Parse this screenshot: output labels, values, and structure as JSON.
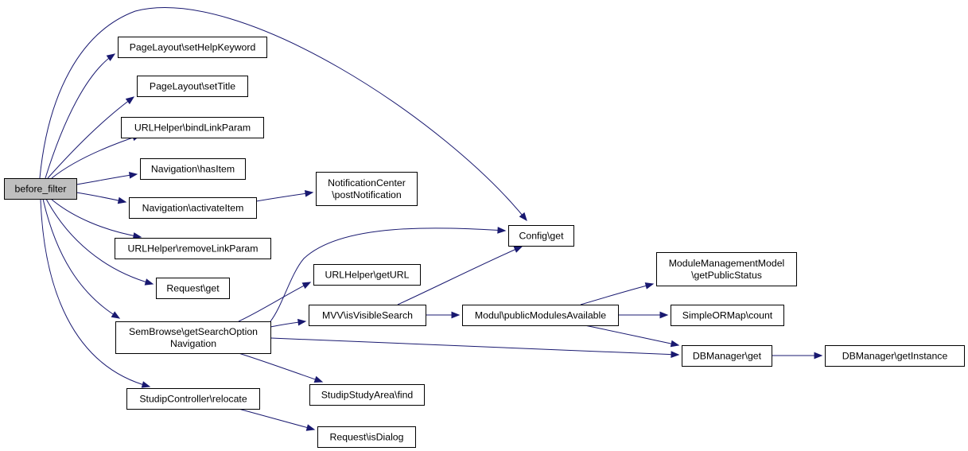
{
  "diagram": {
    "colors": {
      "edge": "#191970",
      "node_border": "#000000",
      "node_fill": "#ffffff",
      "root_fill": "#bfbfbf"
    },
    "nodes": [
      {
        "id": "before_filter",
        "lines": [
          "before_filter"
        ],
        "root": true
      },
      {
        "id": "setHelpKeyword",
        "lines": [
          "PageLayout\\setHelpKeyword"
        ]
      },
      {
        "id": "setTitle",
        "lines": [
          "PageLayout\\setTitle"
        ]
      },
      {
        "id": "bindLinkParam",
        "lines": [
          "URLHelper\\bindLinkParam"
        ]
      },
      {
        "id": "hasItem",
        "lines": [
          "Navigation\\hasItem"
        ]
      },
      {
        "id": "activateItem",
        "lines": [
          "Navigation\\activateItem"
        ]
      },
      {
        "id": "postNotification",
        "lines": [
          "NotificationCenter",
          "\\postNotification"
        ]
      },
      {
        "id": "config_get",
        "lines": [
          "Config\\get"
        ]
      },
      {
        "id": "removeLinkParam",
        "lines": [
          "URLHelper\\removeLinkParam"
        ]
      },
      {
        "id": "request_get",
        "lines": [
          "Request\\get"
        ]
      },
      {
        "id": "getURL",
        "lines": [
          "URLHelper\\getURL"
        ]
      },
      {
        "id": "getPublicStatus",
        "lines": [
          "ModuleManagementModel",
          "\\getPublicStatus"
        ]
      },
      {
        "id": "semBrowse",
        "lines": [
          "SemBrowse\\getSearchOption",
          "Navigation"
        ]
      },
      {
        "id": "isVisibleSearch",
        "lines": [
          "MVV\\isVisibleSearch"
        ]
      },
      {
        "id": "publicModulesAvailable",
        "lines": [
          "Modul\\publicModulesAvailable"
        ]
      },
      {
        "id": "simpleORMapCount",
        "lines": [
          "SimpleORMap\\count"
        ]
      },
      {
        "id": "dbManagerGet",
        "lines": [
          "DBManager\\get"
        ]
      },
      {
        "id": "dbManagerGetInstance",
        "lines": [
          "DBManager\\getInstance"
        ]
      },
      {
        "id": "studipStudyAreaFind",
        "lines": [
          "StudipStudyArea\\find"
        ]
      },
      {
        "id": "relocate",
        "lines": [
          "StudipController\\relocate"
        ]
      },
      {
        "id": "isDialog",
        "lines": [
          "Request\\isDialog"
        ]
      }
    ],
    "edges": [
      {
        "from": "before_filter",
        "to": "setHelpKeyword"
      },
      {
        "from": "before_filter",
        "to": "setTitle"
      },
      {
        "from": "before_filter",
        "to": "bindLinkParam"
      },
      {
        "from": "before_filter",
        "to": "hasItem"
      },
      {
        "from": "before_filter",
        "to": "activateItem"
      },
      {
        "from": "before_filter",
        "to": "config_get"
      },
      {
        "from": "before_filter",
        "to": "removeLinkParam"
      },
      {
        "from": "before_filter",
        "to": "request_get"
      },
      {
        "from": "before_filter",
        "to": "semBrowse"
      },
      {
        "from": "before_filter",
        "to": "relocate"
      },
      {
        "from": "activateItem",
        "to": "postNotification"
      },
      {
        "from": "semBrowse",
        "to": "config_get"
      },
      {
        "from": "semBrowse",
        "to": "getURL"
      },
      {
        "from": "semBrowse",
        "to": "isVisibleSearch"
      },
      {
        "from": "semBrowse",
        "to": "dbManagerGet"
      },
      {
        "from": "semBrowse",
        "to": "studipStudyAreaFind"
      },
      {
        "from": "isVisibleSearch",
        "to": "config_get"
      },
      {
        "from": "isVisibleSearch",
        "to": "publicModulesAvailable"
      },
      {
        "from": "publicModulesAvailable",
        "to": "getPublicStatus"
      },
      {
        "from": "publicModulesAvailable",
        "to": "simpleORMapCount"
      },
      {
        "from": "publicModulesAvailable",
        "to": "dbManagerGet"
      },
      {
        "from": "dbManagerGet",
        "to": "dbManagerGetInstance"
      },
      {
        "from": "relocate",
        "to": "isDialog"
      }
    ]
  }
}
